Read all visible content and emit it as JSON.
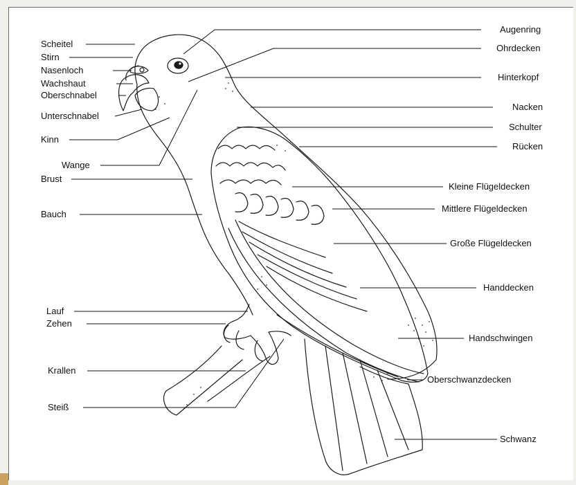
{
  "labels_left": [
    {
      "id": "scheitel",
      "text": "Scheitel"
    },
    {
      "id": "stirn",
      "text": "Stirn"
    },
    {
      "id": "nasenloch",
      "text": "Nasenloch"
    },
    {
      "id": "wachshaut",
      "text": "Wachshaut"
    },
    {
      "id": "oberschnabel",
      "text": "Oberschnabel"
    },
    {
      "id": "unterschnabel",
      "text": "Unterschnabel"
    },
    {
      "id": "kinn",
      "text": "Kinn"
    },
    {
      "id": "wange",
      "text": "Wange"
    },
    {
      "id": "brust",
      "text": "Brust"
    },
    {
      "id": "bauch",
      "text": "Bauch"
    },
    {
      "id": "lauf",
      "text": "Lauf"
    },
    {
      "id": "zehen",
      "text": "Zehen"
    },
    {
      "id": "krallen",
      "text": "Krallen"
    },
    {
      "id": "steiss",
      "text": "Steiß"
    }
  ],
  "labels_right": [
    {
      "id": "augenring",
      "text": "Augenring"
    },
    {
      "id": "ohrdecken",
      "text": "Ohrdecken"
    },
    {
      "id": "hinterkopf",
      "text": "Hinterkopf"
    },
    {
      "id": "nacken",
      "text": "Nacken"
    },
    {
      "id": "schulter",
      "text": "Schulter"
    },
    {
      "id": "ruecken",
      "text": "Rücken"
    },
    {
      "id": "kleine-fluegeldecken",
      "text": "Kleine Flügeldecken"
    },
    {
      "id": "mittlere-fluegeldecken",
      "text": "Mittlere Flügeldecken"
    },
    {
      "id": "grosse-fluegeldecken",
      "text": "Große Flügeldecken"
    },
    {
      "id": "handdecken",
      "text": "Handdecken"
    },
    {
      "id": "handschwingen",
      "text": "Handschwingen"
    },
    {
      "id": "oberschwanzdecken",
      "text": "Oberschwanzdecken"
    },
    {
      "id": "schwanz",
      "text": "Schwanz"
    }
  ]
}
